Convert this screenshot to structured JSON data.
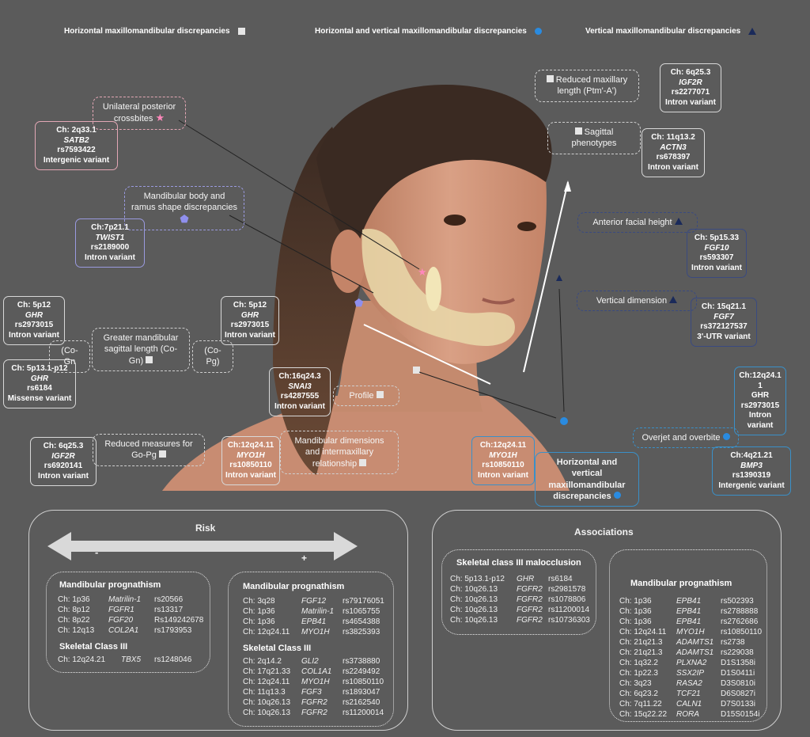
{
  "legend": [
    {
      "label": "Horizontal maxillomandibular discrepancies",
      "icon": "white-square-icon"
    },
    {
      "label": "Horizontal and vertical maxillomandibular discrepancies",
      "icon": "blue-circle-icon"
    },
    {
      "label": "Vertical maxillomandibular discrepancies",
      "icon": "navy-triangle-icon"
    }
  ],
  "phenotypes": {
    "crossbites": "Unilateral posterior crossbites",
    "mandibular_body": "Mandibular body and ramus shape discrepancies",
    "greater_mandibular": "Greater mandibular sagittal length (Co-Gn)",
    "co_gn": "(Co-Gn",
    "co_pg": "(Co-Pg)",
    "reduced_gopg": "Reduced measures for Go-Pg",
    "profile": "Profile",
    "mandibular_dimensions": "Mandibular dimensions and intermaxillary relationship",
    "reduced_maxillary": "Reduced maxillary length (Ptm'-A')",
    "sagittal": "Sagittal phenotypes",
    "anterior_facial": "Anterior facial height",
    "vertical_dimension": "Vertical dimension",
    "overjet": "Overjet and overbite",
    "hv_discrepancies": "Horizontal and vertical maxillomandibular discrepancies"
  },
  "genes": {
    "satb2": {
      "ch": "Ch: 2q33.1",
      "gene": "SATB2",
      "rs": "rs7593422",
      "variant": "Intergenic variant"
    },
    "twist1": {
      "ch": "Ch:7p21.1",
      "gene": "TWIST1",
      "rs": "rs2189000",
      "variant": "Intron variant"
    },
    "ghr_left": {
      "ch": "Ch: 5p12",
      "gene": "GHR",
      "rs": "rs2973015",
      "variant": "Intron variant"
    },
    "ghr_mid": {
      "ch": "Ch: 5p12",
      "gene": "GHR",
      "rs": "rs2973015",
      "variant": "Intron variant"
    },
    "ghr_missense": {
      "ch": "Ch: 5p13.1-p12",
      "gene": "GHR",
      "rs": "rs6184",
      "variant": "Missense variant"
    },
    "igf2r_left": {
      "ch": "Ch: 6q25.3",
      "gene": "IGF2R",
      "rs": "rs6920141",
      "variant": "Intron variant"
    },
    "snai3": {
      "ch": "Ch:16q24.3",
      "gene": "SNAI3",
      "rs": "rs4287555",
      "variant": "Intron variant"
    },
    "myo1h_left": {
      "ch": "Ch:12q24.11",
      "gene": "MYO1H",
      "rs": "rs10850110",
      "variant": "Intron variant"
    },
    "myo1h_mid": {
      "ch": "Ch:12q24.11",
      "gene": "MYO1H",
      "rs": "rs10850110",
      "variant": "Intron variant"
    },
    "igf2r_right": {
      "ch": "Ch: 6q25.3",
      "gene": "IGF2R",
      "rs": "rs2277071",
      "variant": "Intron variant"
    },
    "actn3": {
      "ch": "Ch: 11q13.2",
      "gene": "ACTN3",
      "rs": "rs678397",
      "variant": "Intron variant"
    },
    "fgf10": {
      "ch": "Ch: 5p15.33",
      "gene": "FGF10",
      "rs": "rs593307",
      "variant": "Intron variant"
    },
    "fgf7": {
      "ch": "Ch: 15q21.1",
      "gene": "FGF7",
      "rs": "rs372127537",
      "variant": "3'-UTR  variant"
    },
    "ghr_right": {
      "ch": "Ch:12q24.1 1",
      "gene": "GHR",
      "rs": "rs2973015",
      "variant": "Intron variant"
    },
    "bmp3": {
      "ch": "Ch:4q21.21",
      "gene": "BMP3",
      "rs": "rs1390319",
      "variant": "Intergenic variant"
    }
  },
  "risk": {
    "title": "Risk",
    "minus": "-",
    "plus": "+",
    "left": {
      "title1": "Mandibular prognathism",
      "rows1": [
        [
          "Ch: 1p36",
          "Matrilin-1",
          "rs20566"
        ],
        [
          "Ch: 8p12",
          "FGFR1",
          "rs13317"
        ],
        [
          "Ch: 8p22",
          "FGF20",
          "Rs149242678"
        ],
        [
          "Ch: 12q13",
          "COL2A1",
          "rs1793953"
        ]
      ],
      "title2": "Skeletal Class III",
      "rows2": [
        [
          "Ch: 12q24.21",
          "TBX5",
          "rs1248046"
        ]
      ]
    },
    "right": {
      "title1": "Mandibular prognathism",
      "rows1": [
        [
          "Ch: 3q28",
          "FGF12",
          "rs79176051"
        ],
        [
          "Ch: 1p36",
          "Matrilin-1",
          "rs1065755"
        ],
        [
          "Ch: 1p36",
          "EPB41",
          "rs4654388"
        ],
        [
          "Ch: 12q24.11",
          "MYO1H",
          "rs3825393"
        ]
      ],
      "title2": "Skeletal Class III",
      "rows2": [
        [
          "Ch: 2q14.2",
          "GLI2",
          "rs3738880"
        ],
        [
          "Ch: 17q21.33",
          "COL1A1",
          "rs2249492"
        ],
        [
          "Ch: 12q24.11",
          "MYO1H",
          "rs10850110"
        ],
        [
          "Ch: 11q13.3",
          "FGF3",
          "rs1893047"
        ],
        [
          "Ch: 10q26.13",
          "FGFR2",
          "rs2162540"
        ],
        [
          "Ch: 10q26.13",
          "FGFR2",
          "rs11200014"
        ]
      ]
    }
  },
  "associations": {
    "title": "Associations",
    "left": {
      "title": "Skeletal class III malocclusion",
      "rows": [
        [
          "Ch: 5p13.1-p12",
          "GHR",
          "rs6184"
        ],
        [
          "Ch: 10q26.13",
          "FGFR2",
          "rs2981578"
        ],
        [
          "Ch: 10q26.13",
          "FGFR2",
          "rs1078806"
        ],
        [
          "Ch: 10q26.13",
          "FGFR2",
          "rs11200014"
        ],
        [
          "Ch: 10q26.13",
          "FGFR2",
          "rs10736303"
        ]
      ]
    },
    "right": {
      "title": "Mandibular prognathism",
      "rows": [
        [
          "Ch: 1p36",
          "EPB41",
          "rs502393"
        ],
        [
          "Ch: 1p36",
          "EPB41",
          "rs2788888"
        ],
        [
          "Ch: 1p36",
          "EPB41",
          "rs2762686"
        ],
        [
          "Ch: 12q24.11",
          "MYO1H",
          "rs10850110"
        ],
        [
          "Ch: 21q21.3",
          "ADAMTS1",
          "rs2738"
        ],
        [
          "Ch: 21q21.3",
          "ADAMTS1",
          "rs229038"
        ],
        [
          "Ch: 1q32.2",
          "PLXNA2",
          "D1S1358i"
        ],
        [
          "Ch: 1p22.3",
          "SSX2IP",
          "D1S0411i"
        ],
        [
          "Ch: 3q23",
          "RASA2",
          "D3S0810i"
        ],
        [
          "Ch: 6q23.2",
          "TCF21",
          "D6S0827i"
        ],
        [
          "Ch: 7q11.22",
          "CALN1",
          "D7S0133i"
        ],
        [
          "Ch: 15q22.22",
          "RORA",
          "D15S0154i"
        ]
      ]
    }
  }
}
